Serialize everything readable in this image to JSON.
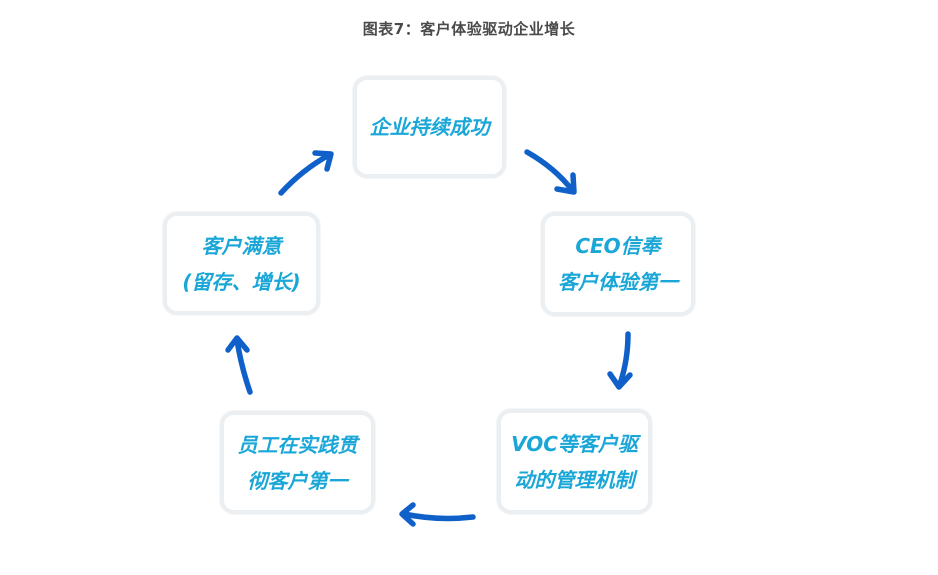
{
  "figure": {
    "title": "图表7：客户体验驱动企业增长"
  },
  "nodes": {
    "top": {
      "line1": "企业持续成功"
    },
    "right": {
      "line1": "CEO信奉",
      "line2": "客户体验第一"
    },
    "bottom_right": {
      "line1": "VOC等客户驱",
      "line2": "动的管理机制"
    },
    "bottom_left": {
      "line1": "员工在实践贯",
      "line2": "彻客户第一"
    },
    "left": {
      "line1": "客户满意",
      "line2": "(留存、增长)"
    }
  },
  "colors": {
    "node_text": "#1aa7d8",
    "arrow": "#1060c9",
    "node_border": "#eceff1",
    "title_text": "#4a4a4a"
  }
}
